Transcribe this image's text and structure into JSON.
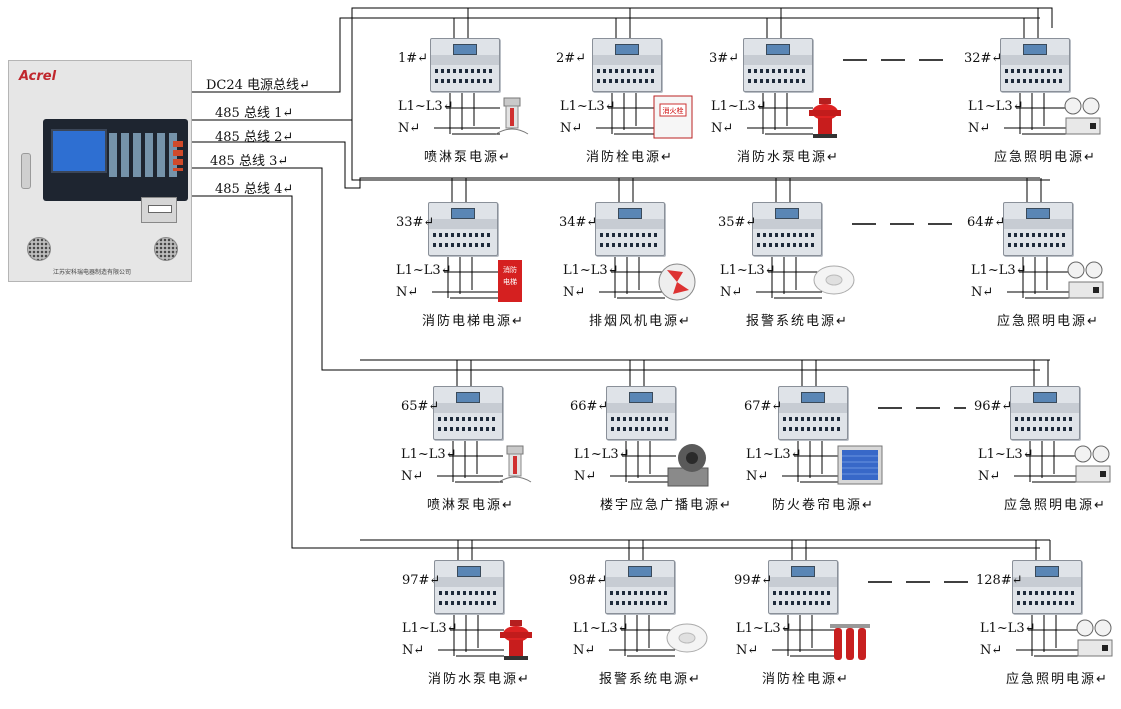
{
  "panel": {
    "brand": "Acrel",
    "footer": "江苏安科瑞电器制造有限公司"
  },
  "buses": {
    "dc24": "DC24 电源总线↵",
    "b1": "485 总线 1↵",
    "b2": "485 总线 2↵",
    "b3": "485 总线 3↵",
    "b4": "485 总线 4↵"
  },
  "phase_label": "L1~L3↵",
  "neutral_label": "N↵",
  "rows": [
    {
      "nodes": [
        {
          "id": "1#↵",
          "load": "喷淋泵电源↵",
          "icon": "sprinkler-icon"
        },
        {
          "id": "2#↵",
          "load": "消防栓电源↵",
          "icon": "hydrant-cabinet-icon"
        },
        {
          "id": "3#↵",
          "load": "消防水泵电源↵",
          "icon": "fire-hydrant-icon"
        },
        {
          "id": "32#↵",
          "load": "应急照明电源↵",
          "icon": "emergency-light-icon"
        }
      ]
    },
    {
      "nodes": [
        {
          "id": "33#↵",
          "load": "消防电梯电源↵",
          "icon": "fire-elevator-sign-icon"
        },
        {
          "id": "34#↵",
          "load": "排烟风机电源↵",
          "icon": "exhaust-fan-icon"
        },
        {
          "id": "35#↵",
          "load": "报警系统电源↵",
          "icon": "smoke-detector-icon"
        },
        {
          "id": "64#↵",
          "load": "应急照明电源↵",
          "icon": "emergency-light-icon"
        }
      ]
    },
    {
      "nodes": [
        {
          "id": "65#↵",
          "load": "喷淋泵电源↵",
          "icon": "sprinkler-icon"
        },
        {
          "id": "66#↵",
          "load": "楼宇应急广播电源↵",
          "icon": "broadcast-speaker-icon"
        },
        {
          "id": "67#↵",
          "load": "防火卷帘电源↵",
          "icon": "fire-shutter-icon"
        },
        {
          "id": "96#↵",
          "load": "应急照明电源↵",
          "icon": "emergency-light-icon"
        }
      ]
    },
    {
      "nodes": [
        {
          "id": "97#↵",
          "load": "消防水泵电源↵",
          "icon": "fire-hydrant-icon"
        },
        {
          "id": "98#↵",
          "load": "报警系统电源↵",
          "icon": "smoke-detector-icon"
        },
        {
          "id": "99#↵",
          "load": "消防栓电源↵",
          "icon": "gas-cylinders-icon"
        },
        {
          "id": "128#↵",
          "load": "应急照明电源↵",
          "icon": "emergency-light-icon"
        }
      ]
    }
  ],
  "colors": {
    "wire": "#000000",
    "lcd": "#5a86b5",
    "panel_screen": "#2e6fd2",
    "brand": "#c0272d"
  }
}
